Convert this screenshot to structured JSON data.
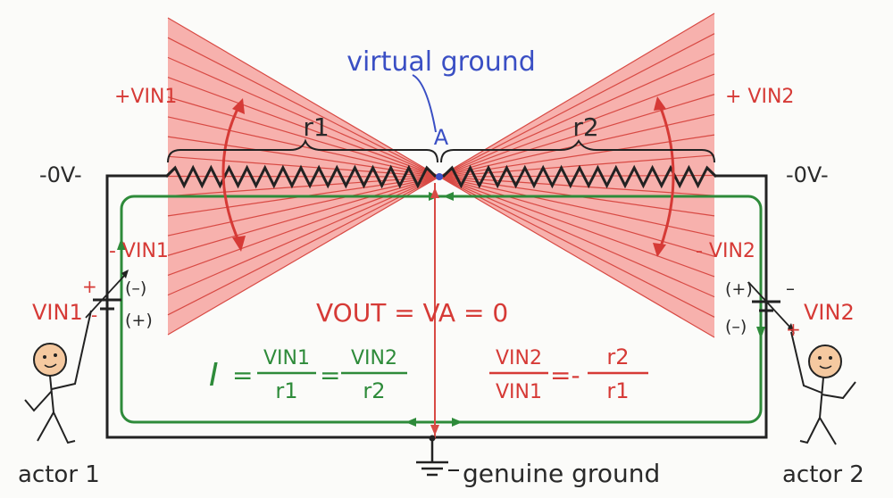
{
  "labels": {
    "virtual_ground": "virtual ground",
    "node_a": "A",
    "r1": "r1",
    "r2": "r2",
    "plus_vin1": "+VIN1",
    "minus_vin1": "- VIN1",
    "plus_vin2": "+ VIN2",
    "minus_vin2": "- VIN2",
    "zero_v_left": "-0V-",
    "zero_v_right": "-0V-",
    "vin1_source": "VIN1",
    "vin2_source": "VIN2",
    "src1_plus": "+",
    "src1_minus": "-",
    "src1_pol_neg": "(–)",
    "src1_pol_pos": "(+)",
    "src2_minus": "–",
    "src2_plus": "+",
    "src2_pol_pos": "(+)",
    "src2_pol_neg": "(–)",
    "actor1": "actor 1",
    "actor2": "actor 2",
    "genuine_ground": "genuine ground"
  },
  "equations": {
    "vout": "VOUT = VA = 0",
    "current_symbol": "I",
    "eq1": "=",
    "frac1_num": "VIN1",
    "frac1_den": "r1",
    "eq2": "=",
    "frac2_num": "VIN2",
    "frac2_den": "r2",
    "ratio_num": "VIN2",
    "ratio_den": "VIN1",
    "ratio_eq": "=-",
    "ratio_rhs_num": "r2",
    "ratio_rhs_den": "r1"
  },
  "colors": {
    "fan_fill": "#f6a3a0",
    "fan_line": "#d84a44",
    "circuit": "#222222",
    "current_loop": "#2e8b3a",
    "red_text": "#d63a36",
    "blue_text": "#3a4fc4",
    "skin": "#f5c9a0"
  }
}
